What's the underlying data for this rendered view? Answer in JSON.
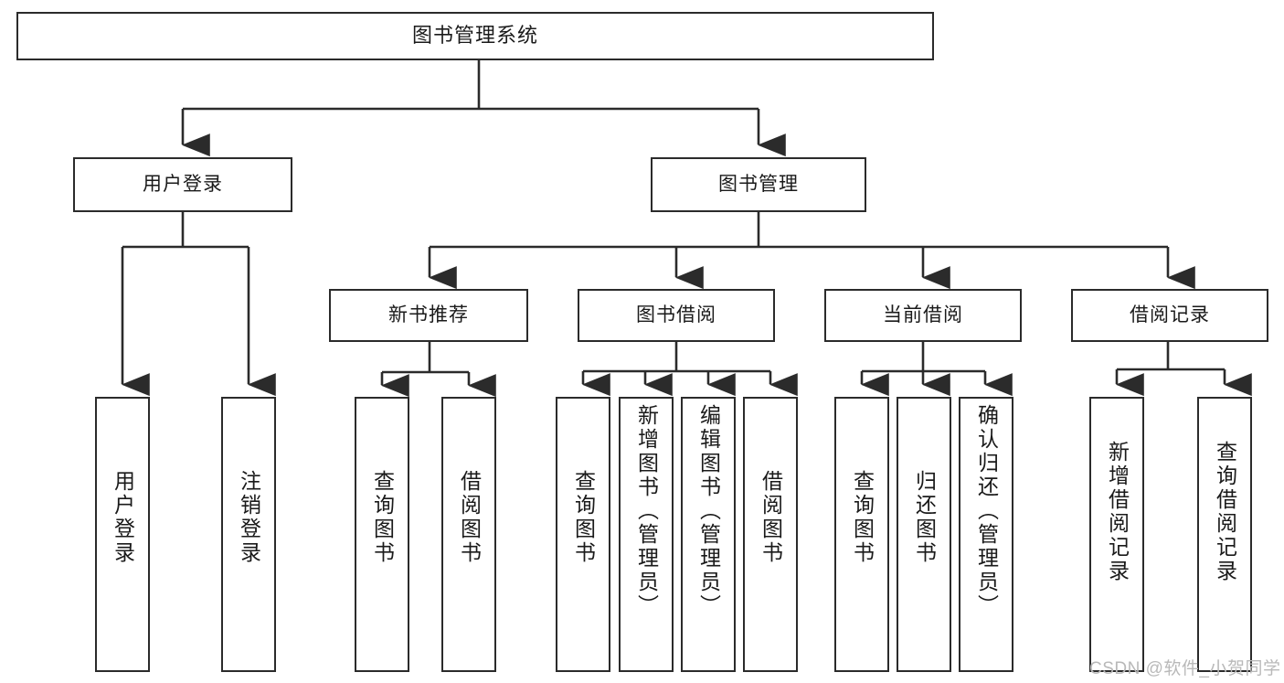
{
  "diagram": {
    "type": "tree-hierarchy",
    "title": "图书管理系统",
    "root": {
      "label": "图书管理系统"
    },
    "level1": [
      {
        "label": "用户登录"
      },
      {
        "label": "图书管理"
      }
    ],
    "level2": [
      {
        "label": "新书推荐"
      },
      {
        "label": "图书借阅"
      },
      {
        "label": "当前借阅"
      },
      {
        "label": "借阅记录"
      }
    ],
    "leaves": {
      "user_login": [
        {
          "label": "用户登录"
        },
        {
          "label": "注销登录"
        }
      ],
      "new_book_recommend": [
        {
          "label": "查询图书"
        },
        {
          "label": "借阅图书"
        }
      ],
      "book_borrow": [
        {
          "label": "查询图书"
        },
        {
          "label": "新增图书（管理员）"
        },
        {
          "label": "编辑图书（管理员）"
        },
        {
          "label": "借阅图书"
        }
      ],
      "current_borrow": [
        {
          "label": "查询图书"
        },
        {
          "label": "归还图书"
        },
        {
          "label": "确认归还（管理员）"
        }
      ],
      "borrow_record": [
        {
          "label": "新增借阅记录"
        },
        {
          "label": "查询借阅记录"
        }
      ]
    }
  },
  "watermark": {
    "text": "CSDN @软件_小贺同学"
  },
  "colors": {
    "stroke": "#2b2b2b",
    "fill": "#ffffff",
    "text": "#1a1a1a",
    "watermark": "#b9b9b9"
  }
}
